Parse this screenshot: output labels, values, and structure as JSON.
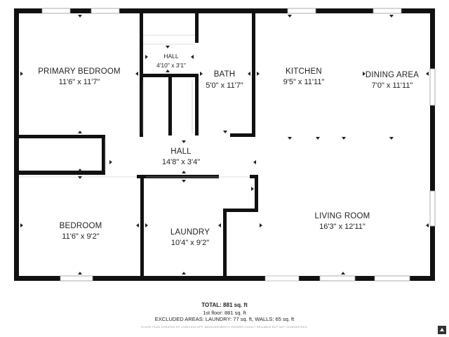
{
  "rooms": {
    "primary_bedroom": {
      "name": "PRIMARY BEDROOM",
      "dims": "11'6\" x 11'7\""
    },
    "hall_small": {
      "name": "HALL",
      "dims": "4'10\" x 3'1\""
    },
    "bath": {
      "name": "BATH",
      "dims": "5'0\" x 11'7\""
    },
    "kitchen": {
      "name": "KITCHEN",
      "dims": "9'5\" x 11'11\""
    },
    "dining_area": {
      "name": "DINING AREA",
      "dims": "7'0\" x 11'11\""
    },
    "hall": {
      "name": "HALL",
      "dims": "14'8\" x 3'4\""
    },
    "bedroom": {
      "name": "BEDROOM",
      "dims": "11'6\" x 9'2\""
    },
    "laundry": {
      "name": "LAUNDRY",
      "dims": "10'4\" x 9'2\""
    },
    "living_room": {
      "name": "LIVING ROOM",
      "dims": "16'3\" x 12'11\""
    }
  },
  "summary": {
    "total": "TOTAL: 881 sq. ft",
    "floor": "1st floor: 881 sq. ft",
    "excluded": "EXCLUDED AREAS: LAUNDRY: 77 sq. ft, WALLS: 65 sq. ft",
    "disclaimer": "FLOOR PLAN CREATED BY CUBICASA APP. MEASUREMENTS DEEMED HIGHLY RELIABLE BUT NOT GUARANTEED."
  },
  "colors": {
    "wall": "#111111",
    "text": "#222222",
    "window_stroke": "#9a9a9a"
  },
  "icons": {
    "logo": "cubicasa-logo-icon"
  }
}
